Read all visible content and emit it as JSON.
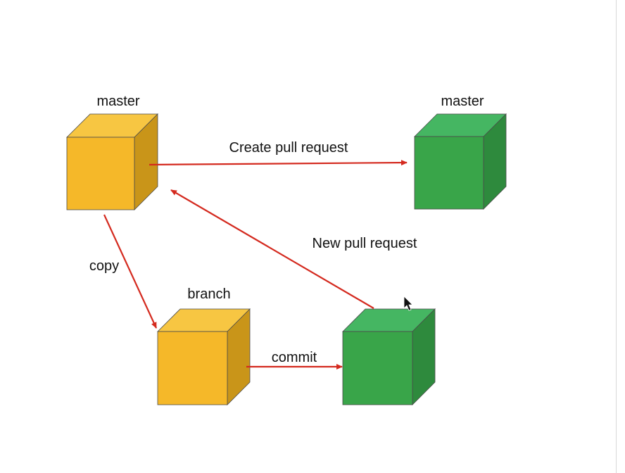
{
  "nodes": {
    "master_left": {
      "label": "master",
      "color": "yellow"
    },
    "master_right": {
      "label": "master",
      "color": "green"
    },
    "branch": {
      "label": "branch",
      "color": "yellow"
    },
    "committed": {
      "label": "",
      "color": "green"
    }
  },
  "edges": {
    "create_pr": {
      "label": "Create pull request",
      "from": "master_left",
      "to": "master_right"
    },
    "copy": {
      "label": "copy",
      "from": "master_left",
      "to": "branch"
    },
    "commit": {
      "label": "commit",
      "from": "branch",
      "to": "committed"
    },
    "new_pr": {
      "label": "New pull request",
      "from": "committed",
      "to": "master_left"
    }
  },
  "colors": {
    "arrow": "#d42a1f",
    "yellow_front": "#f5b829",
    "yellow_top": "#f7c642",
    "yellow_side": "#c99519",
    "green_front": "#39a549",
    "green_top": "#45b662",
    "green_side": "#2e8a3d"
  },
  "cursor": {
    "icon": "mouse-pointer-icon"
  }
}
